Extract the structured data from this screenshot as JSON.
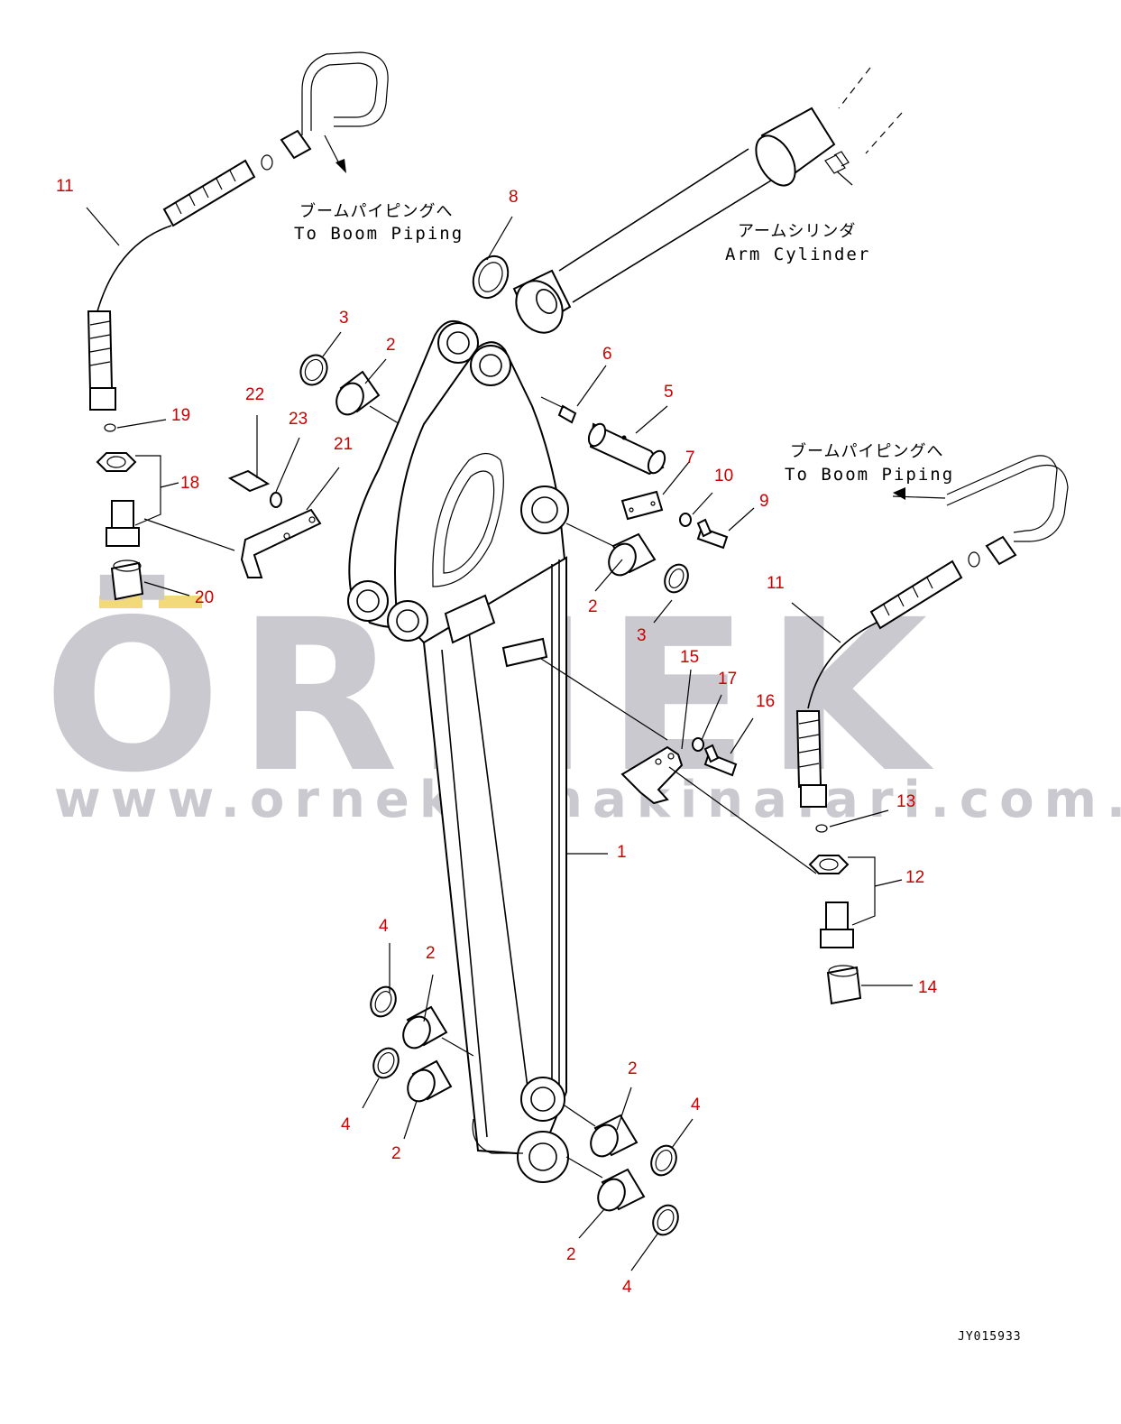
{
  "watermark": {
    "brand": "ÖRNEK",
    "url": "www.ornekismakinalari.com.tr"
  },
  "labels": {
    "boom_piping_jp_1": "ブームパイピングへ",
    "boom_piping_en_1": "To Boom Piping",
    "arm_cylinder_jp": "アームシリンダ",
    "arm_cylinder_en": "Arm Cylinder",
    "boom_piping_jp_2": "ブームパイピングへ",
    "boom_piping_en_2": "To Boom Piping"
  },
  "drawing_code": "JY015933",
  "callouts": {
    "c11a": "11",
    "c8": "8",
    "c3a": "3",
    "c2a": "2",
    "c6": "6",
    "c5": "5",
    "c22": "22",
    "c23": "23",
    "c21": "21",
    "c19": "19",
    "c18": "18",
    "c20": "20",
    "c7": "7",
    "c10": "10",
    "c9": "9",
    "c2b": "2",
    "c3b": "3",
    "c11b": "11",
    "c15": "15",
    "c17": "17",
    "c16": "16",
    "c1": "1",
    "c13": "13",
    "c12": "12",
    "c14": "14",
    "c4a": "4",
    "c2c": "2",
    "c4b": "4",
    "c2d": "2",
    "c2e": "2",
    "c4c": "4",
    "c2f": "2",
    "c4d": "4"
  },
  "colors": {
    "callout": "#cc0000",
    "watermark": "#c9c9cf",
    "watermark_accent": "#f2d97a"
  }
}
